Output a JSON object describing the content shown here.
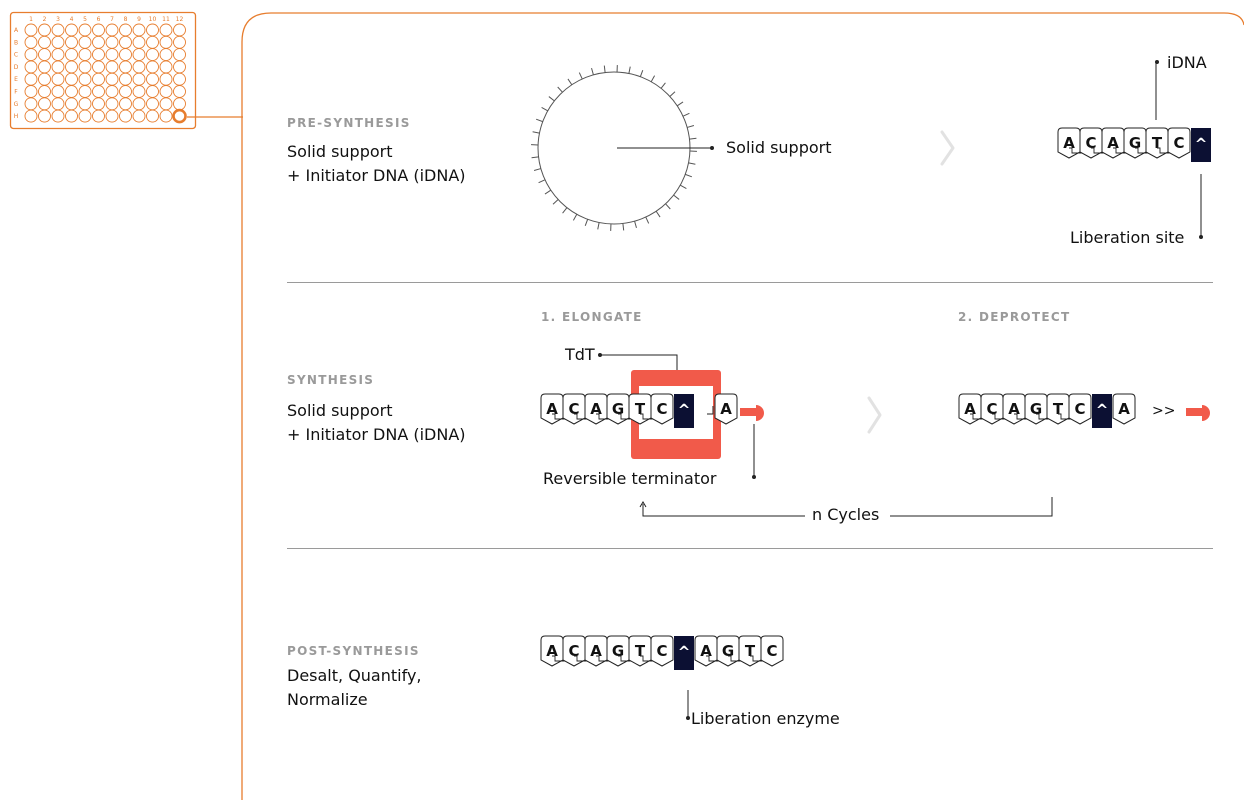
{
  "plate": {
    "columns": [
      "1",
      "2",
      "3",
      "4",
      "5",
      "6",
      "7",
      "8",
      "9",
      "10",
      "11",
      "12"
    ],
    "rows": [
      "A",
      "B",
      "C",
      "D",
      "E",
      "F",
      "G",
      "H"
    ],
    "highlighted_well": "H12"
  },
  "pre_synthesis": {
    "label": "PRE-SYNTHESIS",
    "desc_line1": "Solid support",
    "desc_line2": "+ Initiator DNA (iDNA)",
    "support_label": "Solid support",
    "idna_label": "iDNA",
    "liberation_site_label": "Liberation site",
    "sequence": [
      "A",
      "C",
      "A",
      "G",
      "T",
      "C",
      "^"
    ]
  },
  "synthesis": {
    "label": "SYNTHESIS",
    "desc_line1": "Solid support",
    "desc_line2": "+ Initiator DNA (iDNA)",
    "step1_label": "1. ELONGATE",
    "step2_label": "2. DEPROTECT",
    "tdt_label": "TdT",
    "reversible_terminator_label": "Reversible terminator",
    "cycles_label": "n Cycles",
    "continue_label": ">>",
    "elongate_sequence": [
      "A",
      "C",
      "A",
      "G",
      "T",
      "C",
      "^"
    ],
    "added_base": "A",
    "deprotect_sequence": [
      "A",
      "C",
      "A",
      "G",
      "T",
      "C",
      "^",
      "A"
    ]
  },
  "post_synthesis": {
    "label": "POST-SYNTHESIS",
    "desc_line1": "Desalt, Quantify,",
    "desc_line2": "Normalize",
    "liberation_enzyme_label": "Liberation enzyme",
    "sequence": [
      "A",
      "C",
      "A",
      "G",
      "T",
      "C",
      "^",
      "A",
      "G",
      "T",
      "C"
    ]
  },
  "colors": {
    "accent_orange": "#e77d2e",
    "enzyme_red": "#f15a4a",
    "site_navy": "#0c1033",
    "divider": "#9a9a9a",
    "step_gray": "#9a9a9a"
  }
}
